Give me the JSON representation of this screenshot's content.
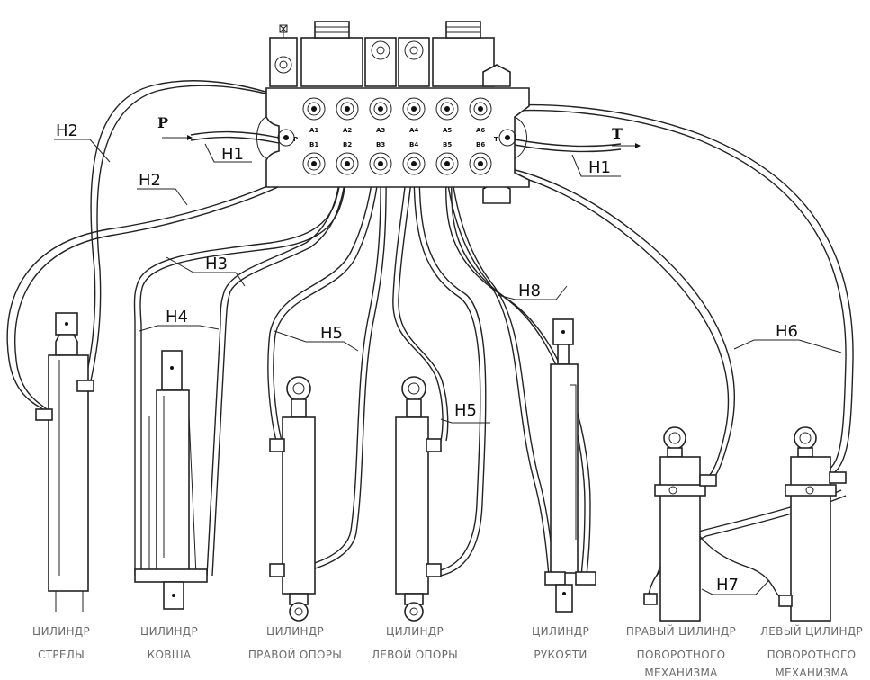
{
  "valve": {
    "ports_top": [
      "A1",
      "A2",
      "A3",
      "A4",
      "A5",
      "A6"
    ],
    "ports_bottom": [
      "B1",
      "B2",
      "B3",
      "B4",
      "B5",
      "B6"
    ],
    "pressure_port": "P",
    "tank_port": "T"
  },
  "flow": {
    "inlet": "P",
    "outlet": "T"
  },
  "hose_labels": {
    "h1_left": "H1",
    "h1_right": "H1",
    "h2_top": "H2",
    "h2_bottom": "H2",
    "h3": "H3",
    "h4": "H4",
    "h5_left": "H5",
    "h5_right": "H5",
    "h6": "H6",
    "h7": "H7",
    "h8": "H8"
  },
  "captions": {
    "boom": [
      "ЦИЛИНДР",
      "СТРЕЛЫ"
    ],
    "bucket": [
      "ЦИЛИНДР",
      "КОВША"
    ],
    "right_outrigger": [
      "ЦИЛИНДР",
      "ПРАВОЙ ОПОРЫ"
    ],
    "left_outrigger": [
      "ЦИЛИНДР",
      "ЛЕВОЙ ОПОРЫ"
    ],
    "stick": [
      "ЦИЛИНДР",
      "РУКОЯТИ"
    ],
    "right_swing": [
      "ПРАВЫЙ ЦИЛИНДР",
      "ПОВОРОТНОГО",
      "МЕХАНИЗМА"
    ],
    "left_swing": [
      "ЛЕВЫЙ ЦИЛИНДР",
      "ПОВОРОТНОГО",
      "МЕХАНИЗМА"
    ]
  }
}
